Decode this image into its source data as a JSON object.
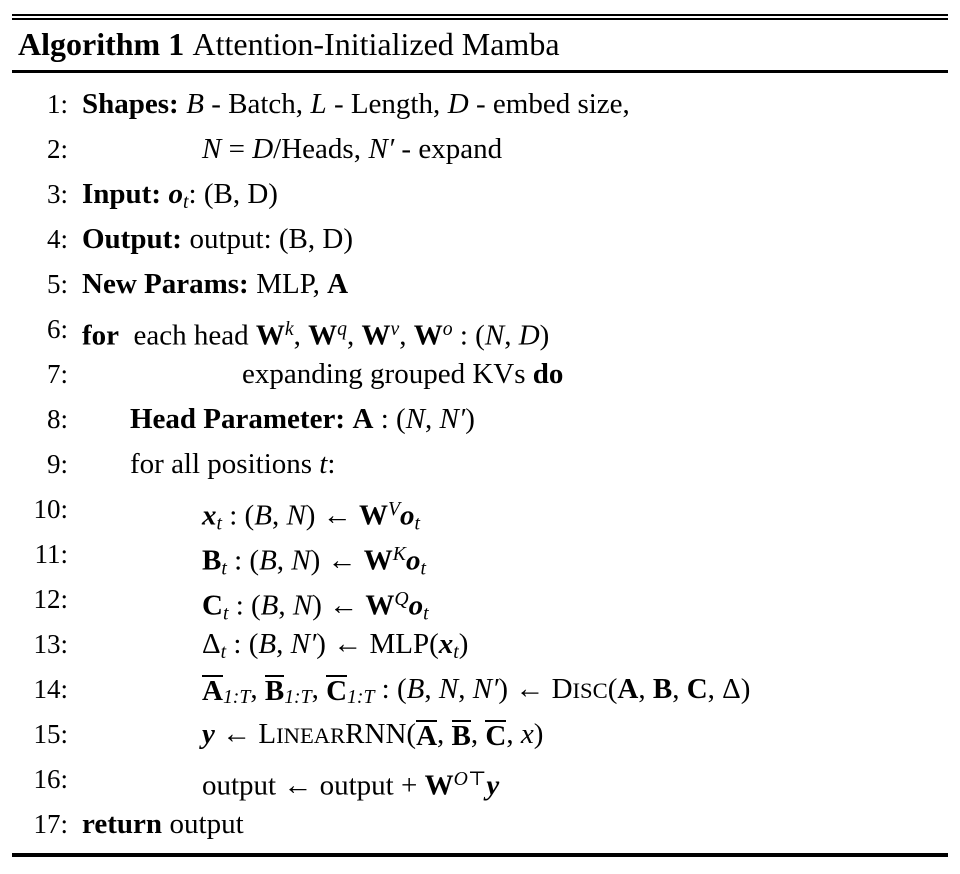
{
  "title": {
    "keyword": "Algorithm 1",
    "name": "Attention-Initialized Mamba"
  },
  "lines": [
    {
      "no": "1:",
      "indent": 0,
      "label": "Shapes:",
      "text": "B - Batch, L - Length, D - embed size,",
      "plain": "Shapes: B - Batch, L - Length, D - embed size,"
    },
    {
      "no": "2:",
      "indent": 4,
      "label": "",
      "text": "N = D/Heads, N' - expand",
      "plain": "N = D/Heads, N' - expand"
    },
    {
      "no": "3:",
      "indent": 0,
      "label": "Input:",
      "text": "o_t: (B, D)",
      "plain": "Input: o_t: (B, D)"
    },
    {
      "no": "4:",
      "indent": 0,
      "label": "Output:",
      "text": "output: (B, D)",
      "plain": "Output: output: (B, D)"
    },
    {
      "no": "5:",
      "indent": 0,
      "label": "New Params:",
      "text": "MLP, A",
      "plain": "New Params: MLP, A"
    },
    {
      "no": "6:",
      "indent": 0,
      "label": "for",
      "text": "each head W^k, W^q, W^v, W^o : (N, D)",
      "plain": "for each head W^k, W^q, W^v, W^o : (N, D)"
    },
    {
      "no": "7:",
      "indent": 5,
      "label": "",
      "text": "expanding grouped KVs do",
      "plain": "expanding grouped KVs do"
    },
    {
      "no": "8:",
      "indent": 1,
      "label": "Head Parameter:",
      "text": "A : (N, N')",
      "plain": "Head Parameter: A : (N, N')"
    },
    {
      "no": "9:",
      "indent": 1,
      "label": "",
      "text": "for all positions t:",
      "plain": "for all positions t:"
    },
    {
      "no": "10:",
      "indent": 2,
      "label": "",
      "text": "x_t : (B, N) <- W^V o_t",
      "plain": "x_t : (B, N) <- W^V o_t"
    },
    {
      "no": "11:",
      "indent": 2,
      "label": "",
      "text": "B_t : (B, N) <- W^K o_t",
      "plain": "B_t : (B, N) <- W^K o_t"
    },
    {
      "no": "12:",
      "indent": 2,
      "label": "",
      "text": "C_t : (B, N) <- W^Q o_t",
      "plain": "C_t : (B, N) <- W^Q o_t"
    },
    {
      "no": "13:",
      "indent": 2,
      "label": "",
      "text": "Delta_t : (B, N') <- MLP(x_t)",
      "plain": "Delta_t : (B, N') <- MLP(x_t)"
    },
    {
      "no": "14:",
      "indent": 2,
      "label": "",
      "text": "Abar_1:T, Bbar_1:T, Cbar_1:T : (B, N, N') <- Disc(A, B, C, Delta)",
      "plain": "Abar_1:T, Bbar_1:T, Cbar_1:T : (B, N, N') <- Disc(A, B, C, Delta)"
    },
    {
      "no": "15:",
      "indent": 2,
      "label": "",
      "text": "y <- LinearRNN(Abar, Bbar, Cbar, x)",
      "plain": "y <- LinearRNN(Abar, Bbar, Cbar, x)"
    },
    {
      "no": "16:",
      "indent": 2,
      "label": "",
      "text": "output <- output + W^{O T} y",
      "plain": "output <- output + W^{O T} y"
    },
    {
      "no": "17:",
      "indent": 0,
      "label": "return",
      "text": "output",
      "plain": "return output"
    }
  ],
  "symbols": {
    "arrow_left": "←",
    "delta": "Δ",
    "transpose": "⊤",
    "prime": "′",
    "colon": ":",
    "comma": ","
  },
  "keywords": {
    "shapes": "Shapes:",
    "input": "Input:",
    "output": "Output:",
    "new_params": "New Params:",
    "for": "for",
    "do": "do",
    "head_parameter": "Head Parameter:",
    "return": "return",
    "disc": "Disc",
    "linearrnn": "LinearRNN",
    "mlp": "MLP"
  },
  "colors": {
    "text": "#000000",
    "background": "#ffffff",
    "rule": "#000000"
  }
}
